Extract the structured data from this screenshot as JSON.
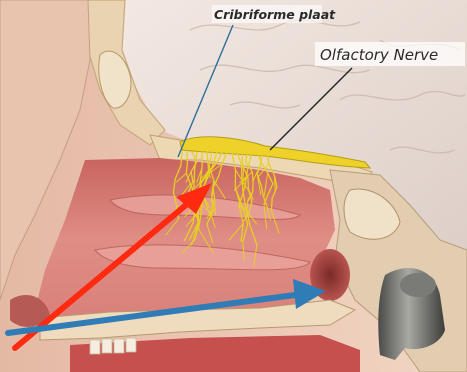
{
  "labels": {
    "cribriform": "Cribriforme plaat",
    "olfactory": "Olfactory Nerve"
  },
  "colors": {
    "red_arrow": "#ff2a10",
    "blue_arrow": "#2f7cb7",
    "nerve": "#e8d020",
    "cavity": "#d9867f",
    "bone": "#ead8b4",
    "brain": "#e8dcd5"
  },
  "icons": {
    "red_arrow": "arrow-up-right",
    "blue_arrow": "arrow-right"
  }
}
